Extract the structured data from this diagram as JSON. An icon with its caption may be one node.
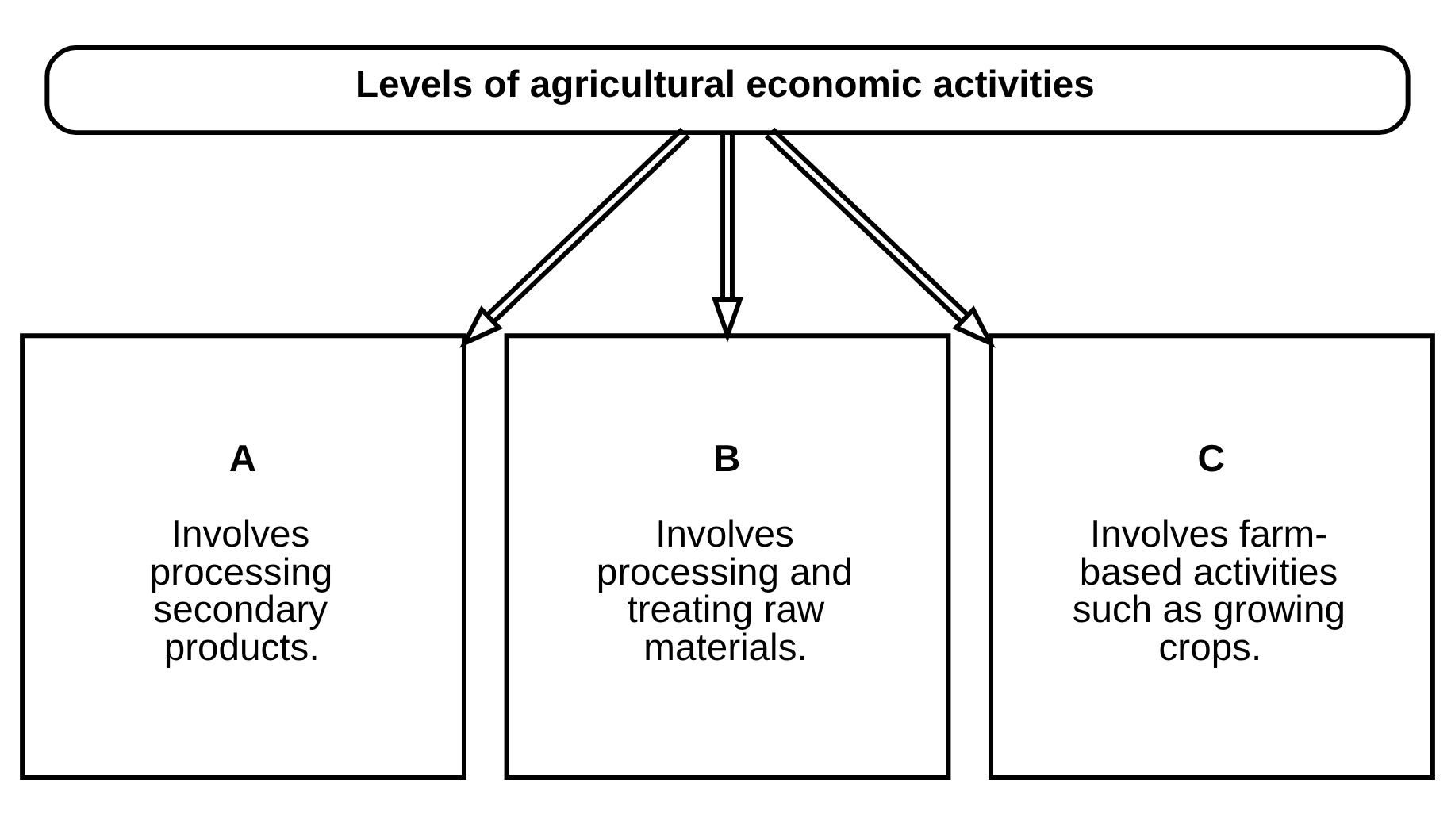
{
  "diagram": {
    "nodes": [
      {
        "text": [
          "Levels of agricultural economic activities"
        ]
      },
      {
        "text": [
          "A",
          "Involves processing secondary products."
        ]
      },
      {
        "text": [
          "B",
          "Involves processing and treating raw materials."
        ]
      },
      {
        "text": [
          "C",
          "Involves farm-based activities such as growing crops."
        ]
      }
    ],
    "edges": [
      {
        "from": 0,
        "to": 1,
        "arrow": "to"
      },
      {
        "from": 0,
        "to": 2,
        "arrow": "to"
      },
      {
        "from": 0,
        "to": 3,
        "arrow": "to"
      }
    ]
  }
}
